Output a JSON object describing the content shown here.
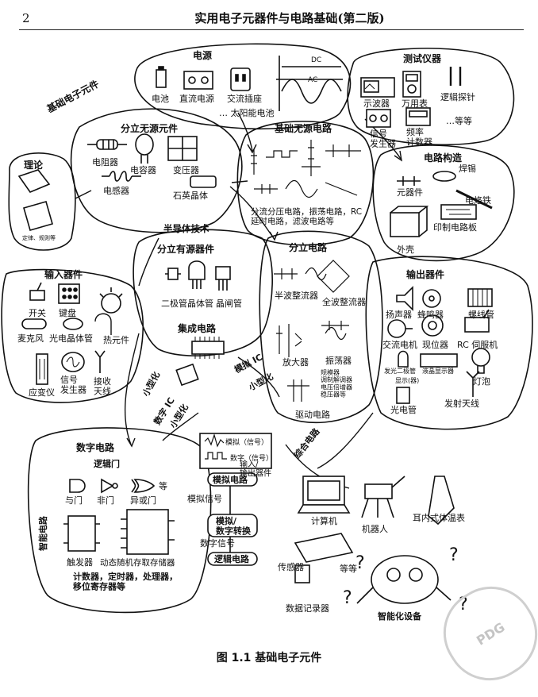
{
  "header": {
    "page_number": "2",
    "book_title": "实用电子元器件与电路基础(第二版)"
  },
  "figure": {
    "banner": "基础电子元件",
    "power": {
      "title": "电源",
      "battery": "电池",
      "dc_supply": "直流电源",
      "ac_outlet": "交流插座",
      "solar": "… 太阳能电池",
      "dc": "DC",
      "ac": "AC"
    },
    "instruments": {
      "title": "测试仪器",
      "oscilloscope": "示波器",
      "multimeter": "万用表",
      "logic_probe": "逻辑探针",
      "signal_gen": "信号\n发生器",
      "freq_counter": "频率\n计数器",
      "etc": "…等等"
    },
    "theory": {
      "title": "理论",
      "book": "定律、规则等"
    },
    "passive": {
      "title": "分立无源元件",
      "resistor": "电阻器",
      "capacitor": "电容器",
      "inductor": "电感器",
      "transformer": "变压器",
      "crystal": "石英晶体"
    },
    "basic_passive": {
      "title": "基础无源电路",
      "desc": "分流分压电路，振荡电路，RC\n延时电路，滤波电路等"
    },
    "construction": {
      "title": "电路构造",
      "solder": "焊锡",
      "components": "元器件",
      "iron": "电烙铁",
      "pcb": "印制电路板",
      "case": "外壳"
    },
    "semiconductor": "半导体技术",
    "active": {
      "title": "分立有源器件",
      "diode": "二极管",
      "transistor": "晶体管",
      "thyristor": "晶闸管",
      "ic": "集成电路"
    },
    "discrete": {
      "title": "分立电路",
      "half": "半波整流器",
      "full": "全波整流器",
      "amp": "放大器",
      "osc": "振荡器",
      "osc_list": "规模器\n调制解调器\n电压倍增器\n稳压器等",
      "drive": "驱动电路"
    },
    "input": {
      "title": "输入器件",
      "switch": "开关",
      "keypad": "键盘",
      "mic": "麦克风",
      "phototransistor": "光电晶体管",
      "thermistor": "热元件",
      "strain": "应变仪",
      "siggen": "信号\n发生器",
      "antenna": "接收\n天线"
    },
    "output": {
      "title": "输出器件",
      "speaker": "扬声器",
      "buzzer": "蜂鸣器",
      "solenoid": "螺线管",
      "motor": "交流电机",
      "stepper": "现位器",
      "servo": "RC 伺服机",
      "led": "发光二极管",
      "lcd": "液晶显示器",
      "display": "显示(器)",
      "bulb": "灯泡",
      "photo": "光电管",
      "antenna": "发射天线"
    },
    "mini1": "小型化",
    "analog_ic": "模拟 IC",
    "mini2": "小型化",
    "digital_ic": "数字 IC",
    "mini3": "小型化",
    "combo": "综合电路",
    "digital": {
      "title": "数字电路",
      "gates": "逻辑门",
      "and": "与门",
      "not": "非门",
      "xor": "异或门",
      "etc": "等",
      "flipflop": "触发器",
      "dram": "动态随机存取存储器",
      "list": "计数器，定时器，处理器，\n移位寄存器等",
      "smart": "智能电路"
    },
    "signals": {
      "analog_sig": "模拟（信号）",
      "digital_sig": "数字（信号）",
      "io": "输入/\n输出器件",
      "analog_circ": "模拟电路",
      "analog_in": "模拟信号",
      "adc": "模拟/\n数字转换",
      "digital_in": "数字信号",
      "logic": "逻辑电路"
    },
    "devices": {
      "computer": "计算机",
      "robot": "机器人",
      "thermo": "耳内式体温表",
      "sensor": "传感器",
      "logger": "数据记录器",
      "etc": "等等",
      "smart_dev": "智能化设备"
    },
    "caption": "图 1.1  基础电子元件"
  },
  "stamp": "PDG"
}
